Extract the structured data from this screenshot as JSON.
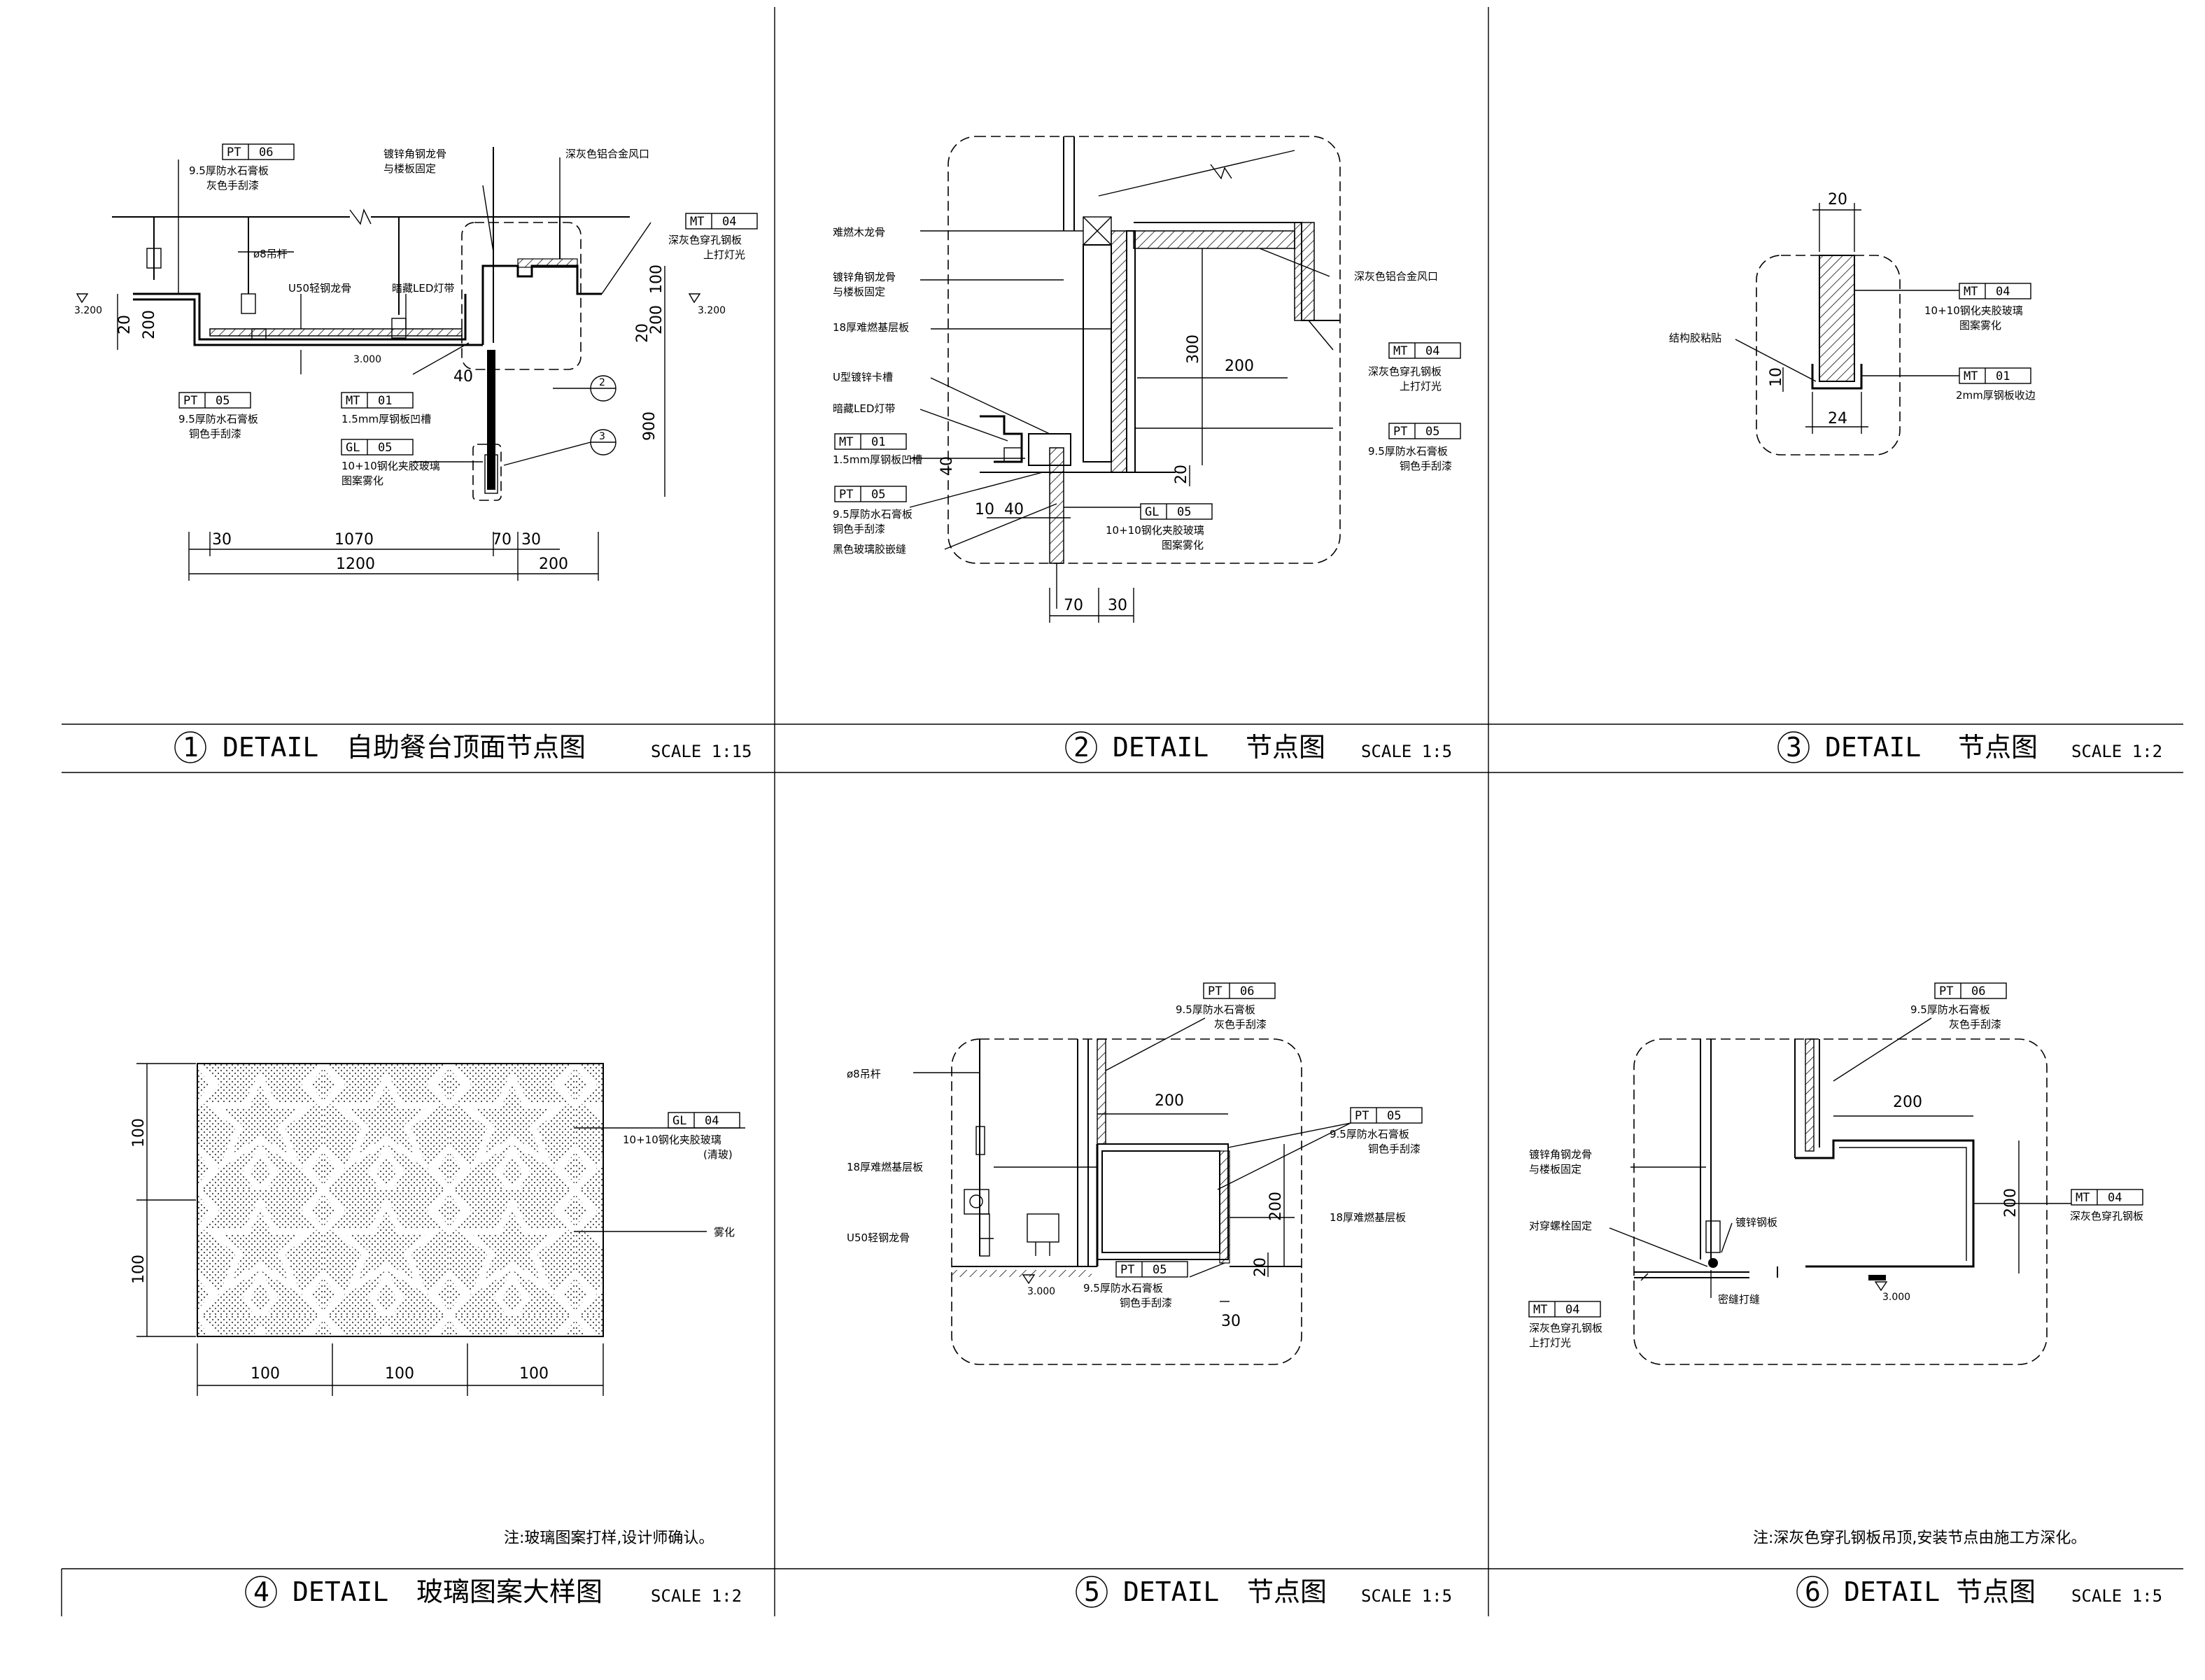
{
  "details": [
    {
      "num": "1",
      "title_en": "DETAIL",
      "title_cn": "自助餐台顶面节点图",
      "scale": "SCALE 1:15",
      "callouts": [
        {
          "code": "PT",
          "num": "06",
          "lines": [
            "9.5厚防水石膏板",
            "灰色手刮漆"
          ]
        },
        {
          "code": "MT",
          "num": "04",
          "lines": [
            "深灰色穿孔钢板",
            "上打灯光"
          ]
        },
        {
          "code": "PT",
          "num": "05",
          "lines": [
            "9.5厚防水石膏板",
            "铜色手刮漆"
          ]
        },
        {
          "code": "MT",
          "num": "01",
          "lines": [
            "1.5mm厚钢板凹槽"
          ]
        },
        {
          "code": "GL",
          "num": "05",
          "lines": [
            "10+10钢化夹胶玻璃",
            "图案雾化"
          ]
        }
      ],
      "labels": [
        "镀锌角钢龙骨",
        "与楼板固定",
        "深灰色铝合金风口",
        "ø8吊杆",
        "U50轻钢龙骨",
        "暗藏LED灯带"
      ],
      "bubbles": [
        "2",
        "3"
      ],
      "levels": [
        "3.200",
        "3.200",
        "3.000"
      ],
      "dims": [
        "30",
        "1070",
        "70",
        "30",
        "1200",
        "200",
        "900",
        "100",
        "200",
        "20",
        "200",
        "20",
        "40"
      ]
    },
    {
      "num": "2",
      "title_en": "DETAIL",
      "title_cn": "节点图",
      "scale": "SCALE 1:5",
      "labels": [
        "难燃木龙骨",
        "镀锌角钢龙骨",
        "与楼板固定",
        "18厚难燃基层板",
        "U型镀锌卡槽",
        "暗藏LED灯带",
        "黑色玻璃胶嵌缝",
        "深灰色铝合金风口"
      ],
      "callouts": [
        {
          "code": "MT",
          "num": "01",
          "lines": [
            "1.5mm厚钢板凹槽"
          ]
        },
        {
          "code": "PT",
          "num": "05",
          "lines": [
            "9.5厚防水石膏板",
            "铜色手刮漆"
          ]
        },
        {
          "code": "MT",
          "num": "04",
          "lines": [
            "深灰色穿孔钢板",
            "上打灯光"
          ]
        },
        {
          "code": "PT",
          "num": "05",
          "lines": [
            "9.5厚防水石膏板",
            "铜色手刮漆"
          ]
        },
        {
          "code": "GL",
          "num": "05",
          "lines": [
            "10+10钢化夹胶玻璃",
            "图案雾化"
          ]
        }
      ],
      "dims": [
        "300",
        "200",
        "20",
        "40",
        "10",
        "40",
        "70",
        "30"
      ]
    },
    {
      "num": "3",
      "title_en": "DETAIL",
      "title_cn": "节点图",
      "scale": "SCALE 1:2",
      "label": "结构胶粘贴",
      "callouts": [
        {
          "code": "MT",
          "num": "04",
          "lines": [
            "10+10钢化夹胶玻璃",
            "图案雾化"
          ]
        },
        {
          "code": "MT",
          "num": "01",
          "lines": [
            "2mm厚钢板收边"
          ]
        }
      ],
      "dims": [
        "20",
        "10",
        "24"
      ]
    },
    {
      "num": "4",
      "title_en": "DETAIL",
      "title_cn": "玻璃图案大样图",
      "scale": "SCALE 1:2",
      "callouts": [
        {
          "code": "GL",
          "num": "04",
          "lines": [
            "10+10钢化夹胶玻璃",
            "(清玻)"
          ]
        }
      ],
      "label": "雾化",
      "note": "注:玻璃图案打样,设计师确认。",
      "dims": [
        "100",
        "100",
        "100",
        "100",
        "100"
      ]
    },
    {
      "num": "5",
      "title_en": "DETAIL",
      "title_cn": "节点图",
      "scale": "SCALE 1:5",
      "labels": [
        "ø8吊杆",
        "18厚难燃基层板",
        "U50轻钢龙骨",
        "18厚难燃基层板"
      ],
      "callouts": [
        {
          "code": "PT",
          "num": "06",
          "lines": [
            "9.5厚防水石膏板",
            "灰色手刮漆"
          ]
        },
        {
          "code": "PT",
          "num": "05",
          "lines": [
            "9.5厚防水石膏板",
            "铜色手刮漆"
          ]
        },
        {
          "code": "PT",
          "num": "05",
          "lines": [
            "9.5厚防水石膏板",
            "铜色手刮漆"
          ]
        }
      ],
      "level": "3.000",
      "dims": [
        "200",
        "200",
        "20",
        "30"
      ]
    },
    {
      "num": "6",
      "title_en": "DETAIL",
      "title_cn": "节点图",
      "scale": "SCALE 1:5",
      "labels": [
        "镀锌角钢龙骨",
        "与楼板固定",
        "对穿螺栓固定",
        "镀锌钢板",
        "密缝打缝"
      ],
      "callouts": [
        {
          "code": "PT",
          "num": "06",
          "lines": [
            "9.5厚防水石膏板",
            "灰色手刮漆"
          ]
        },
        {
          "code": "MT",
          "num": "04",
          "lines": [
            "深灰色穿孔钢板"
          ]
        },
        {
          "code": "MT",
          "num": "04",
          "lines": [
            "深灰色穿孔钢板",
            "上打灯光"
          ]
        }
      ],
      "level": "3.000",
      "note": "注:深灰色穿孔钢板吊顶,安装节点由施工方深化。",
      "dims": [
        "200",
        "200"
      ]
    }
  ]
}
